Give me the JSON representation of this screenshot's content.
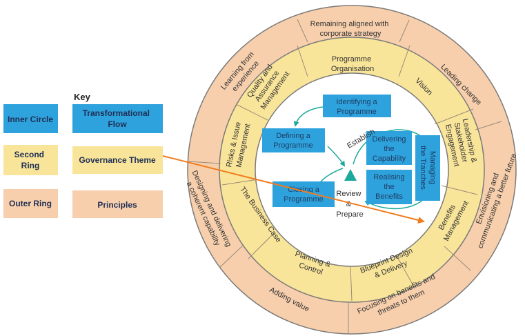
{
  "key": {
    "title": "Key",
    "rows": [
      {
        "left": "Inner Circle",
        "right": "Transformational Flow",
        "color": "#2ea2dc"
      },
      {
        "left": "Second Ring",
        "right": "Governance  Theme",
        "color": "#f9e599"
      },
      {
        "left": "Outer Ring",
        "right": "Principles",
        "color": "#f7cfac"
      }
    ]
  },
  "outer_ring": [
    "Remaining aligned with corporate strategy",
    "Leading change",
    "Envisioning and communicating a better future",
    "Focusing on benefits and threats to them",
    "Adding value",
    "Designing and delivering a coherent capability",
    "Learning from experience"
  ],
  "second_ring": [
    "Programme Organisation",
    "Vision",
    "Leadership & Stakeholder Engagement",
    "Benefits Management",
    "Blueprint Design & Delivery",
    "Planning & Control",
    "The Business Case",
    "Risks & Issue Management",
    "Quality and Assurance Management"
  ],
  "inner": {
    "identifying": "Identifying a Programme",
    "defining": "Defining a Programme",
    "delivering": "Delivering the Capability",
    "realising": "Realising the Benefits",
    "managing": "Managing the Tranches",
    "closing": "Closing a Programme",
    "establish": "Establish",
    "review": "Review",
    "amp": "&",
    "prepare": "Prepare"
  },
  "colors": {
    "outer": "#f7cfac",
    "second": "#f9e599",
    "inner": "#2ea2dc",
    "arrow": "#f07c1e",
    "flow": "#1aa99a"
  }
}
